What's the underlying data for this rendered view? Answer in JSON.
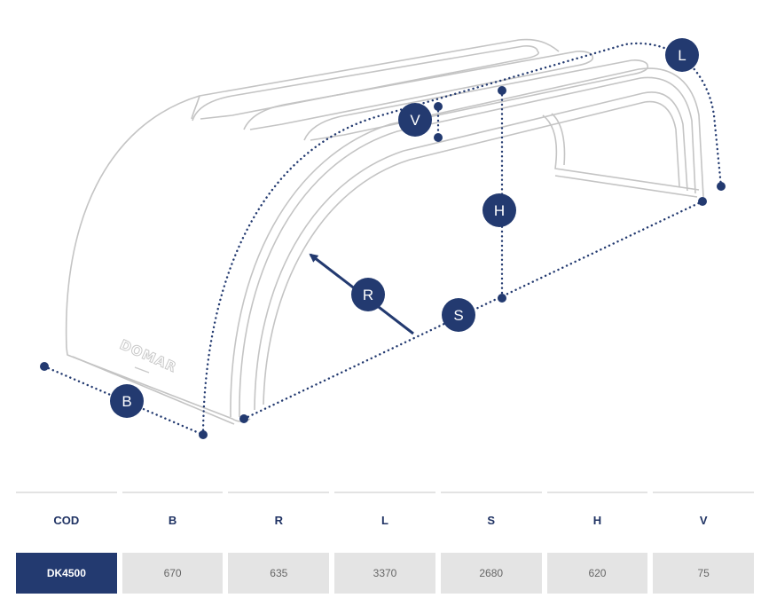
{
  "diagram": {
    "brand": "DOMAR",
    "labels": {
      "B": "B",
      "R": "R",
      "L": "L",
      "S": "S",
      "H": "H",
      "V": "V"
    },
    "colors": {
      "accent": "#233a70",
      "outline": "#c4c4c4",
      "cell": "#e4e4e4"
    }
  },
  "table": {
    "headers": [
      "COD",
      "B",
      "R",
      "L",
      "S",
      "H",
      "V"
    ],
    "rows": [
      [
        "DK4500",
        "670",
        "635",
        "3370",
        "2680",
        "620",
        "75"
      ]
    ]
  }
}
